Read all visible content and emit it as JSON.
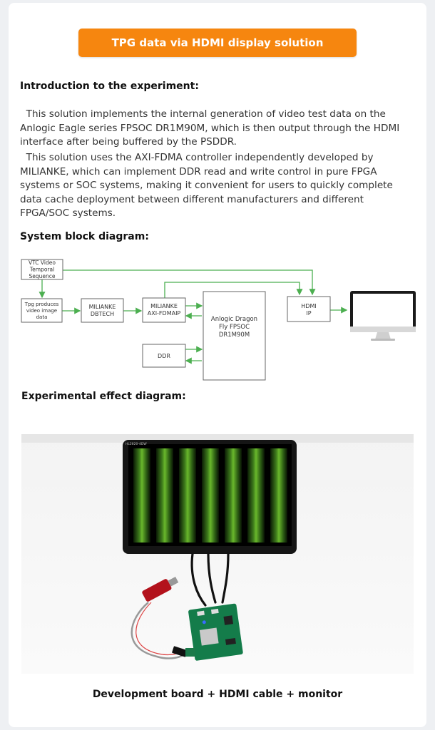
{
  "banner": {
    "title": "TPG data via HDMI display solution"
  },
  "intro": {
    "heading": "Introduction to the experiment:",
    "p1": "  This solution implements the internal generation of video test data on the Anlogic Eagle series FPSOC DR1M90M, which is then output through the HDMI interface after being buffered by the PSDDR.",
    "p2": "  This solution uses the AXI-FDMA controller independently developed by MILIANKE, which can implement DDR read and write control in pure FPGA systems or SOC systems, making it convenient for users to quickly complete data cache deployment between different manufacturers and different FPGA/SOC systems."
  },
  "block_diagram": {
    "heading": "System block diagram:",
    "vtc": [
      "VTC Video",
      "Temporal",
      "Sequence"
    ],
    "tpg": [
      "Tpg produces",
      "video image",
      "data"
    ],
    "dbtech": [
      "MILIANKE",
      "DBTECH"
    ],
    "fdma": [
      "MILIANKE",
      "AXI-FDMAIP"
    ],
    "soc": [
      "Anlogic Dragon",
      "Fly FPSOC",
      "DR1M90M"
    ],
    "hdmi": [
      "HDMI",
      "IP"
    ],
    "ddr": "DDR",
    "monitor_icon": "monitor-icon",
    "line_color": "#4caf50"
  },
  "effect": {
    "heading": "Experimental effect diagram:",
    "screen_label": "HL2820-4DW",
    "caption": "Development board + HDMI cable + monitor"
  }
}
